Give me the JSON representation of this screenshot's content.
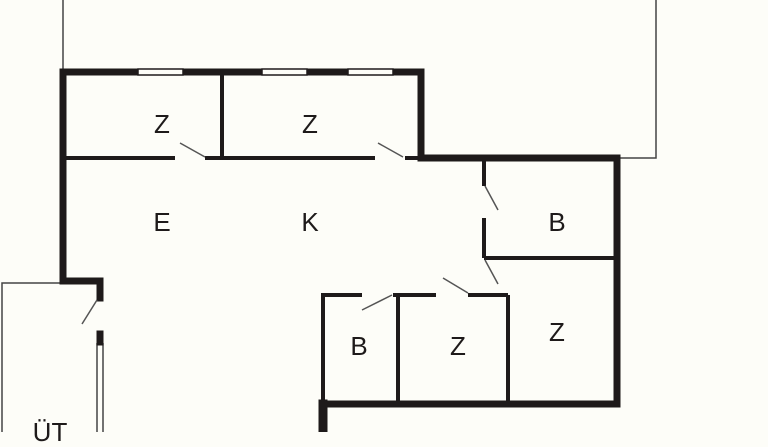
{
  "plan": {
    "rooms": [
      {
        "id": "room-z-1",
        "label": "Z"
      },
      {
        "id": "room-z-2",
        "label": "Z"
      },
      {
        "id": "room-e",
        "label": "E"
      },
      {
        "id": "room-k",
        "label": "K"
      },
      {
        "id": "room-b-1",
        "label": "B"
      },
      {
        "id": "room-b-2",
        "label": "B"
      },
      {
        "id": "room-z-3",
        "label": "Z"
      },
      {
        "id": "room-z-4",
        "label": "Z"
      },
      {
        "id": "room-ut",
        "label": "ÜT"
      }
    ],
    "colors": {
      "wall": "#1e1a1a",
      "background": "#fdfdf8",
      "thin": "#555555"
    }
  }
}
